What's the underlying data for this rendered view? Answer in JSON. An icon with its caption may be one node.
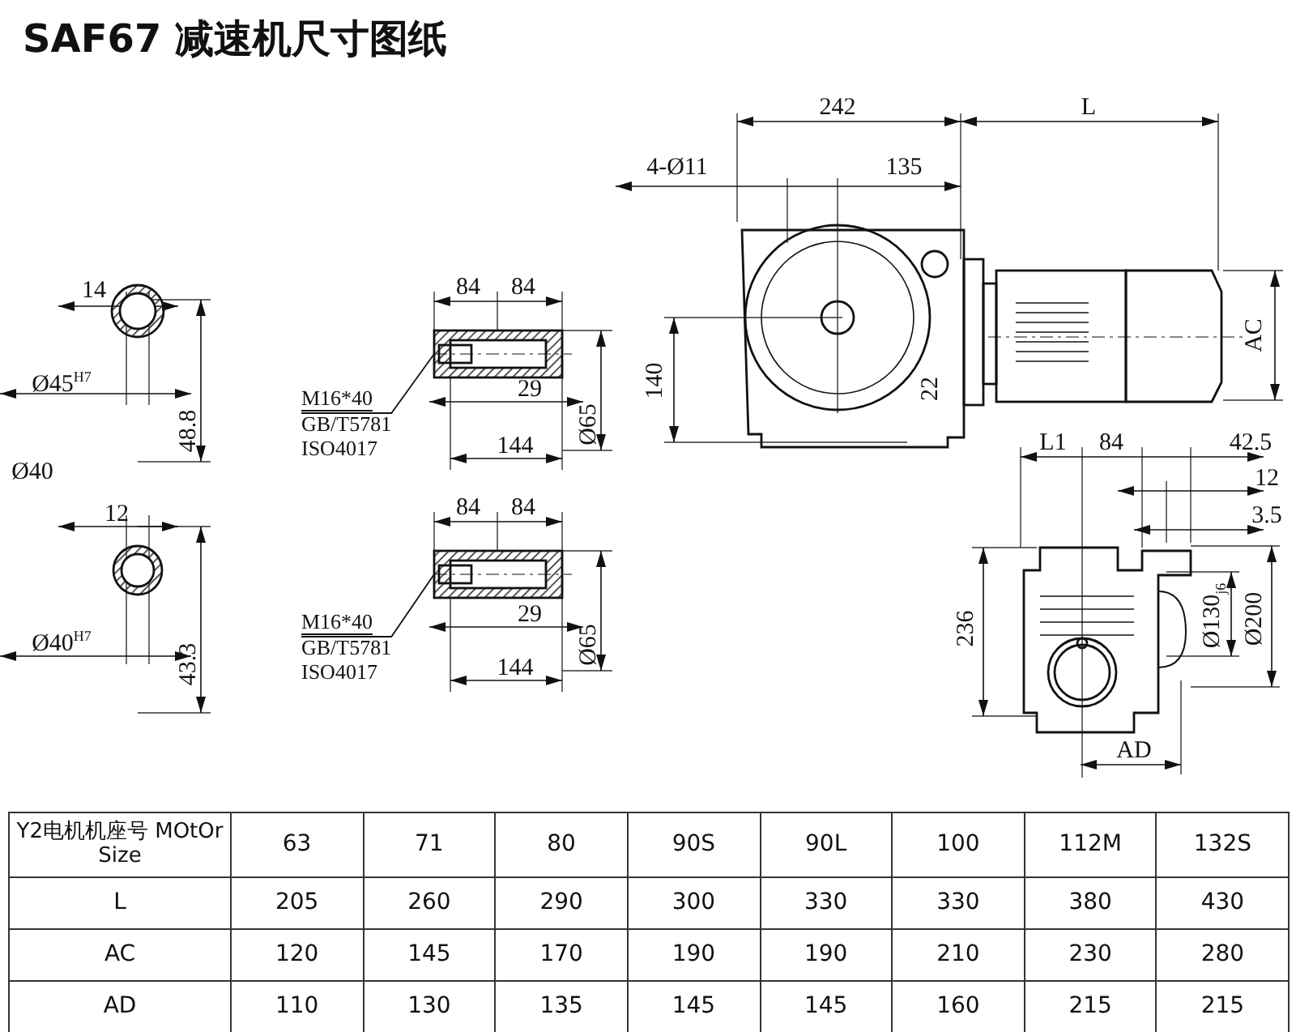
{
  "diagram": {
    "title": "SAF67 减速机尺寸图纸",
    "nodes": [
      {
        "text": [
          "M16*40",
          "GB/T5781",
          "ISO4017"
        ]
      },
      {
        "text": [],
        "shape": "picture"
      },
      {
        "text": [
          "M16*40",
          "GB/T5781",
          "ISO4017"
        ]
      },
      {
        "text": [],
        "shape": "picture"
      }
    ],
    "edges": [
      {
        "from": 0,
        "to": 1,
        "arrow": "none"
      },
      {
        "from": 2,
        "to": 3,
        "arrow": "none"
      }
    ],
    "labels": [
      "14",
      "Ø45$^{H7}$",
      "48.8",
      "Ø40",
      "12",
      "Ø40$^{H7}$",
      "43.3",
      "84",
      "84",
      "29",
      "Ø65",
      "144",
      "84",
      "84",
      "29",
      "Ø65",
      "144",
      "242",
      "L",
      "4-Ø11",
      "135",
      "140",
      "22",
      "AC",
      "L1",
      "84",
      "42.5",
      "12",
      "3.5",
      "236",
      "Ø130$_{j6}$",
      "Ø200",
      "AD",
      "Y2电机机座号 MOtOr Size",
      "63",
      "71",
      "80",
      "90S",
      "90L",
      "100",
      "112M",
      "132S",
      "L",
      "205",
      "260",
      "290",
      "300",
      "330",
      "330",
      "380",
      "430",
      "AC",
      "120",
      "145",
      "170",
      "190",
      "190",
      "210",
      "230",
      "280",
      "AD",
      "110",
      "130",
      "135",
      "145",
      "145",
      "160",
      "215",
      "215"
    ]
  }
}
